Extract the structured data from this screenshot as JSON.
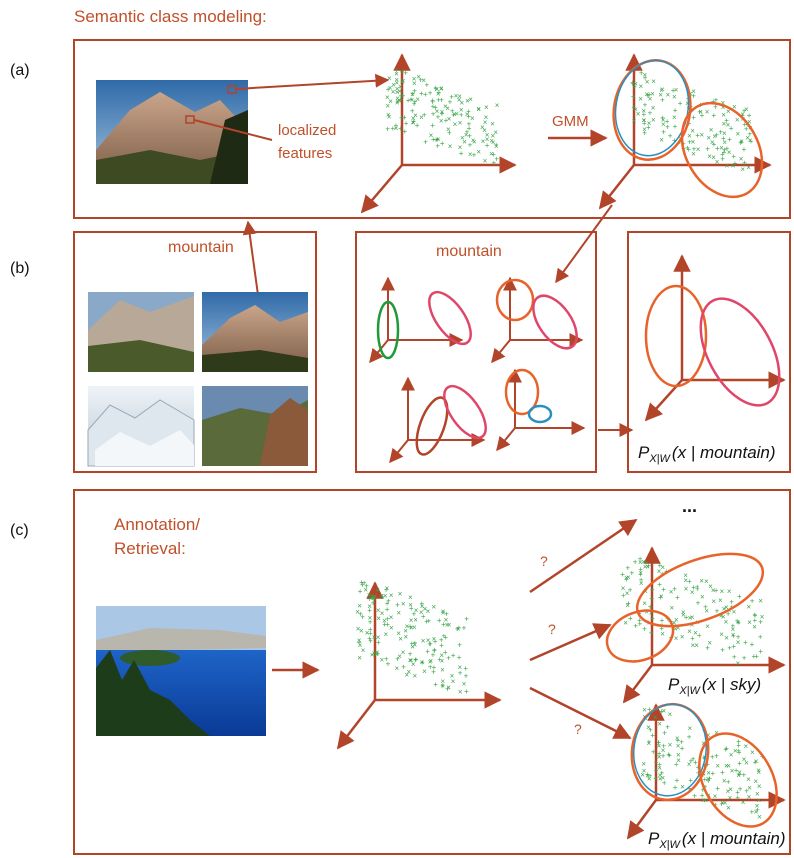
{
  "title": "Semantic class modeling:",
  "panel_labels": {
    "a": "(a)",
    "b": "(b)",
    "c": "(c)"
  },
  "panel_a": {
    "features_label_line1": "localized",
    "features_label_line2": "features",
    "gmm_label": "GMM"
  },
  "panel_b": {
    "image_set_label": "mountain",
    "mixtures_label": "mountain",
    "class_density_label": {
      "symbol": "P",
      "subscript": "X|W",
      "argument": "(x | mountain)"
    }
  },
  "panel_c": {
    "title_line1": "Annotation/",
    "title_line2": "Retrieval:",
    "question_marks": [
      "?",
      "?",
      "?"
    ],
    "ellipsis": "...",
    "density_sky": {
      "symbol": "P",
      "subscript": "X|W",
      "argument": "(x | sky)"
    },
    "density_mountain": {
      "symbol": "P",
      "subscript": "X|W",
      "argument": "(x | mountain)"
    }
  },
  "colors": {
    "accent": "#c0502a",
    "ellipse_orange": "#e8632a",
    "ellipse_pink": "#e0466a",
    "ellipse_green": "#1f9a3a",
    "ellipse_blue": "#2a8fc0",
    "point_green": "#3aa64a",
    "text_dark": "#111111"
  }
}
